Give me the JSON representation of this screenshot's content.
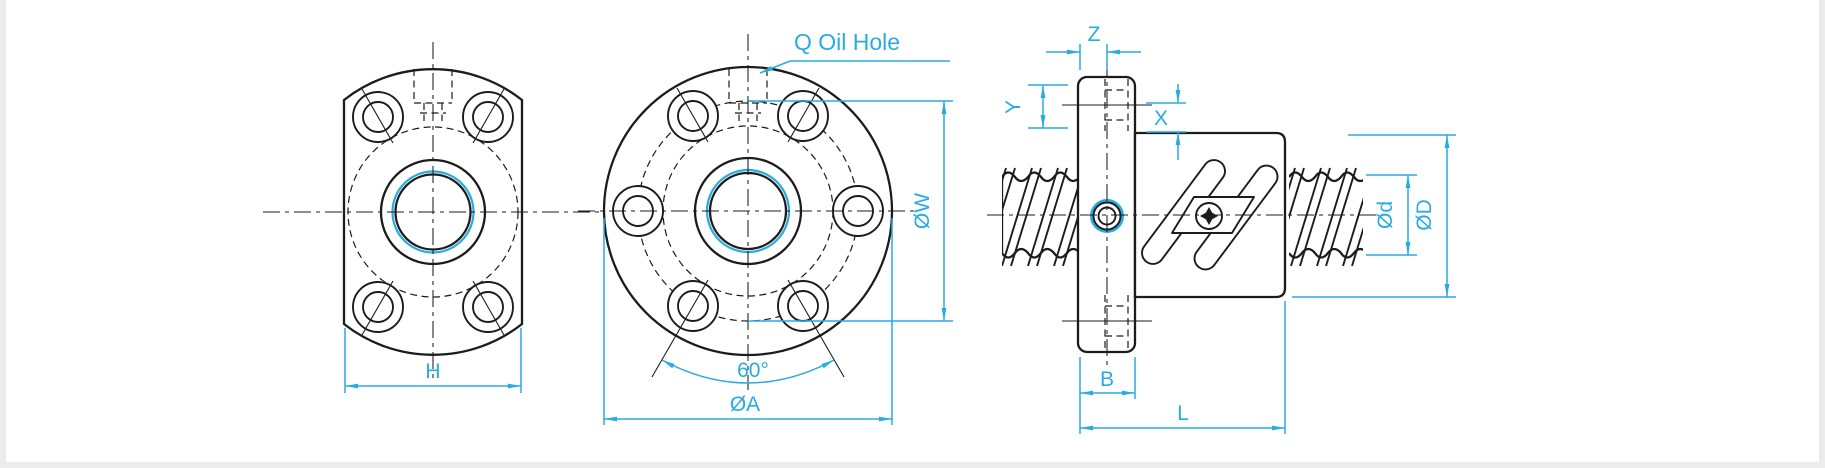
{
  "drawing": {
    "accent_color": "#29ABE2",
    "line_color": "#1C1C1C",
    "callouts": {
      "oil_hole": "Q Oil Hole"
    },
    "dimensions": {
      "H": "H",
      "angle60": "60°",
      "dia_A": "ØA",
      "dia_W": "ØW",
      "Z": "Z",
      "Y": "Y",
      "X": "X",
      "dia_d": "Ød",
      "dia_D": "ØD",
      "B": "B",
      "L": "L"
    }
  }
}
